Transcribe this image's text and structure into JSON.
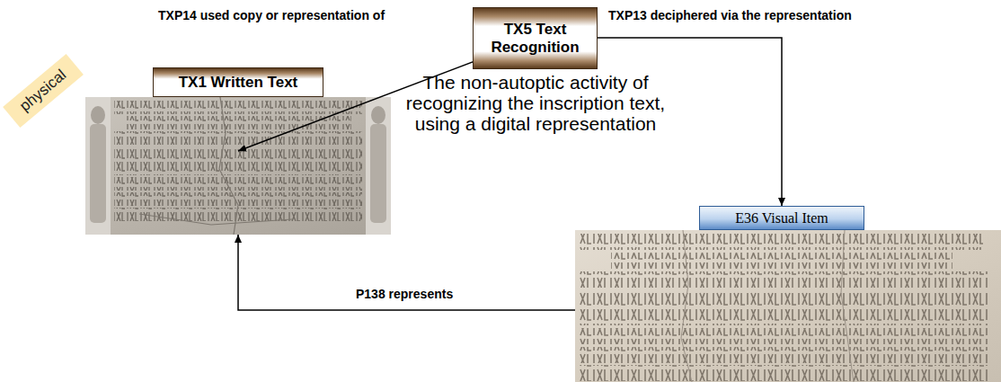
{
  "diagram": {
    "nodes": [
      {
        "text": [
          "TX5 Text Recognition"
        ]
      },
      {
        "text": [
          "TX1 Written Text"
        ]
      },
      {
        "text": [
          "E36 Visual Item"
        ]
      }
    ],
    "edges": [
      {
        "from": 0,
        "to": 1,
        "label": "TXP14 used copy or representation of",
        "arrow": "to"
      },
      {
        "from": 0,
        "to": 2,
        "label": "TXP13 deciphered via the representation",
        "arrow": "to"
      },
      {
        "from": 2,
        "to": 1,
        "label": "P138 represents",
        "arrow": "to"
      }
    ],
    "labels": [
      "The non-autoptic activity of recognizing the inscription text, using a digital representation",
      "physical"
    ]
  }
}
